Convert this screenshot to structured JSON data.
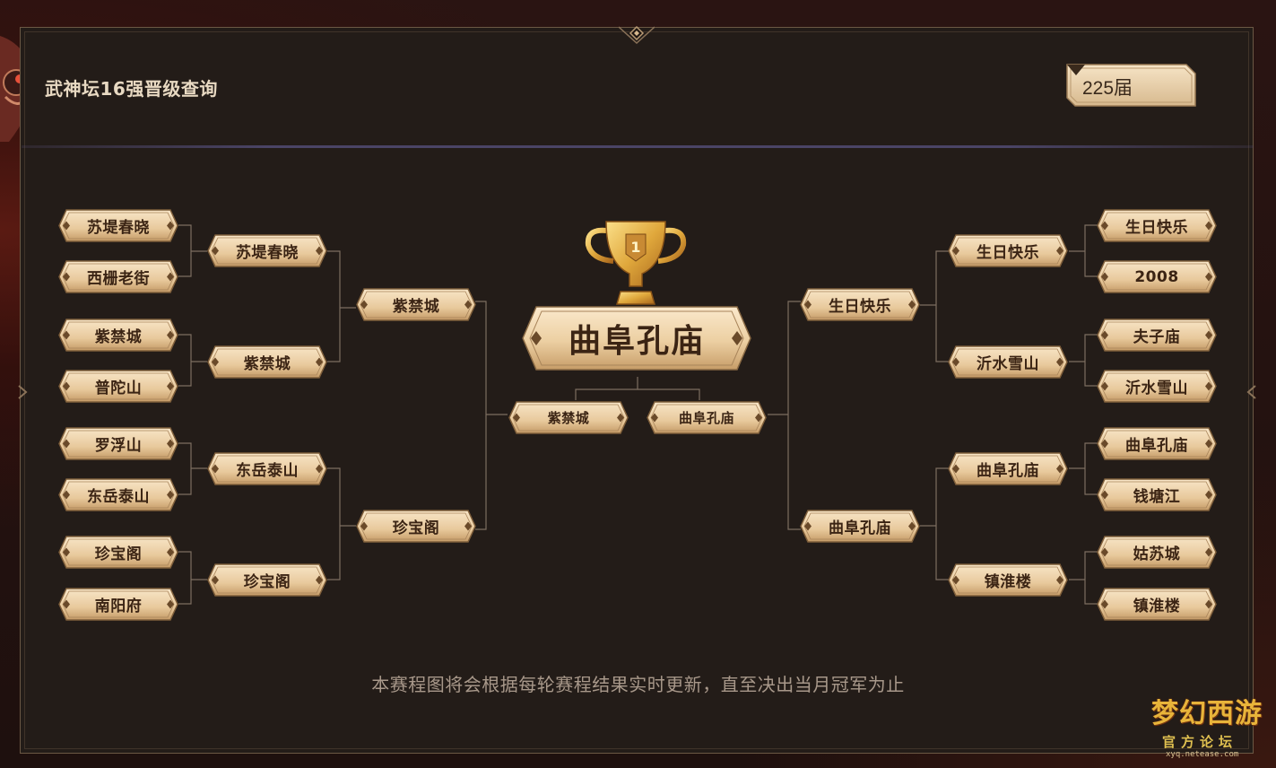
{
  "page": {
    "title": "武神坛16强晋级查询",
    "season_selected": "225届",
    "footer_note": "本赛程图将会根据每轮赛程结果实时更新，直至决出当月冠军为止"
  },
  "bracket": {
    "champion": "曲阜孔庙",
    "trophy_rank": "1",
    "left": {
      "round16": [
        "苏堤春晓",
        "西栅老街",
        "紫禁城",
        "普陀山",
        "罗浮山",
        "东岳泰山",
        "珍宝阁",
        "南阳府"
      ],
      "quarterfinal": [
        "苏堤春晓",
        "紫禁城",
        "东岳泰山",
        "珍宝阁"
      ],
      "semifinal": [
        "紫禁城",
        "珍宝阁"
      ],
      "finalist": "紫禁城"
    },
    "right": {
      "round16": [
        "生日快乐",
        "2008",
        "夫子庙",
        "沂水雪山",
        "曲阜孔庙",
        "钱塘江",
        "姑苏城",
        "镇淮楼"
      ],
      "quarterfinal": [
        "生日快乐",
        "沂水雪山",
        "曲阜孔庙",
        "镇淮楼"
      ],
      "semifinal": [
        "生日快乐",
        "曲阜孔庙"
      ],
      "finalist": "曲阜孔庙"
    }
  },
  "logo": {
    "main": "梦幻西游",
    "sub": "官方论坛",
    "url": "xyq.netease.com"
  },
  "colors": {
    "node_light": "#f3dcb8",
    "node_dark": "#b88e5c",
    "node_border": "#8a6a44",
    "panel": "#231c18",
    "line": "#8a7a6a",
    "text_dark": "#3b2414"
  }
}
